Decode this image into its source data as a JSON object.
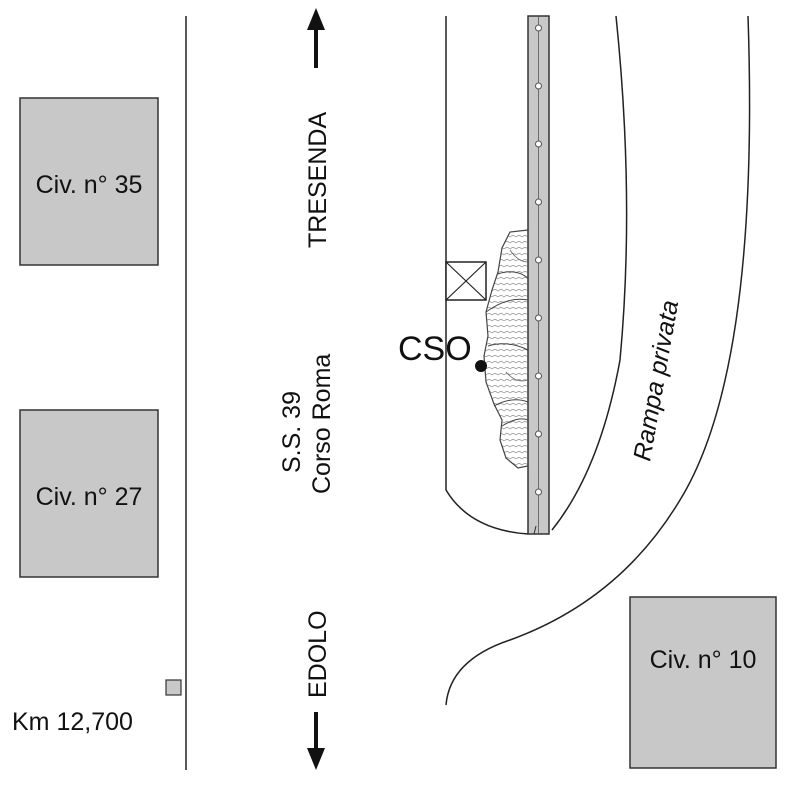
{
  "map": {
    "buildings": {
      "civ35": "Civ. n° 35",
      "civ27": "Civ. n° 27",
      "civ10": "Civ. n° 10"
    },
    "km_marker": "Km 12,700",
    "road_name_line1": "S.S. 39",
    "road_name_line2": "Corso Roma",
    "direction_north": "TRESENDA",
    "direction_south": "EDOLO",
    "ramp_label": "Rampa  privata",
    "point_label": "CSO",
    "colors": {
      "building_fill": "#c8c8c8",
      "line": "#222222"
    }
  }
}
